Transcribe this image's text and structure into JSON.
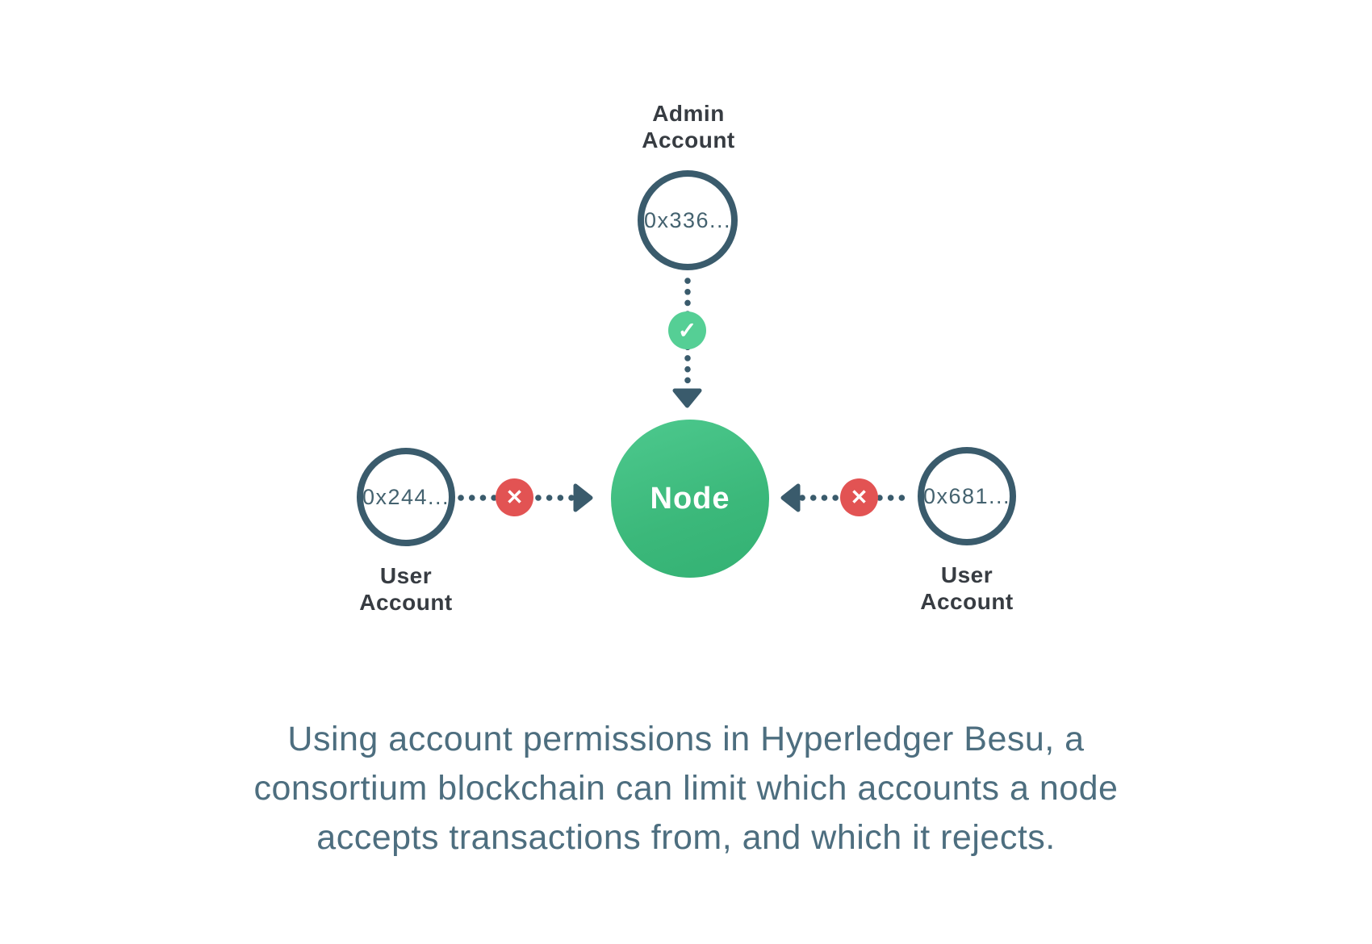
{
  "diagram": {
    "admin": {
      "label": "Admin\nAccount",
      "address": "0x336..."
    },
    "node": {
      "label": "Node"
    },
    "user_left": {
      "label": "User\nAccount",
      "address": "0x244..."
    },
    "user_right": {
      "label": "User\nAccount",
      "address": "0x681..."
    },
    "icons": {
      "allow_check": "✓",
      "deny_cross": "✕"
    }
  },
  "caption": {
    "text": "Using account permissions in Hyperledger Besu, a\nconsortium blockchain can limit which accounts a node\naccepts transactions from, and which it rejects."
  },
  "colors": {
    "connector_slate": "#3a5b6c",
    "label_text": "#373c42",
    "address_text": "#44626f",
    "node_green_light": "#4dc98e",
    "node_green_dark": "#33b173",
    "allow_green": "#55cf95",
    "deny_red": "#e25353",
    "caption_text": "#4d6e7f",
    "background": "#ffffff"
  }
}
